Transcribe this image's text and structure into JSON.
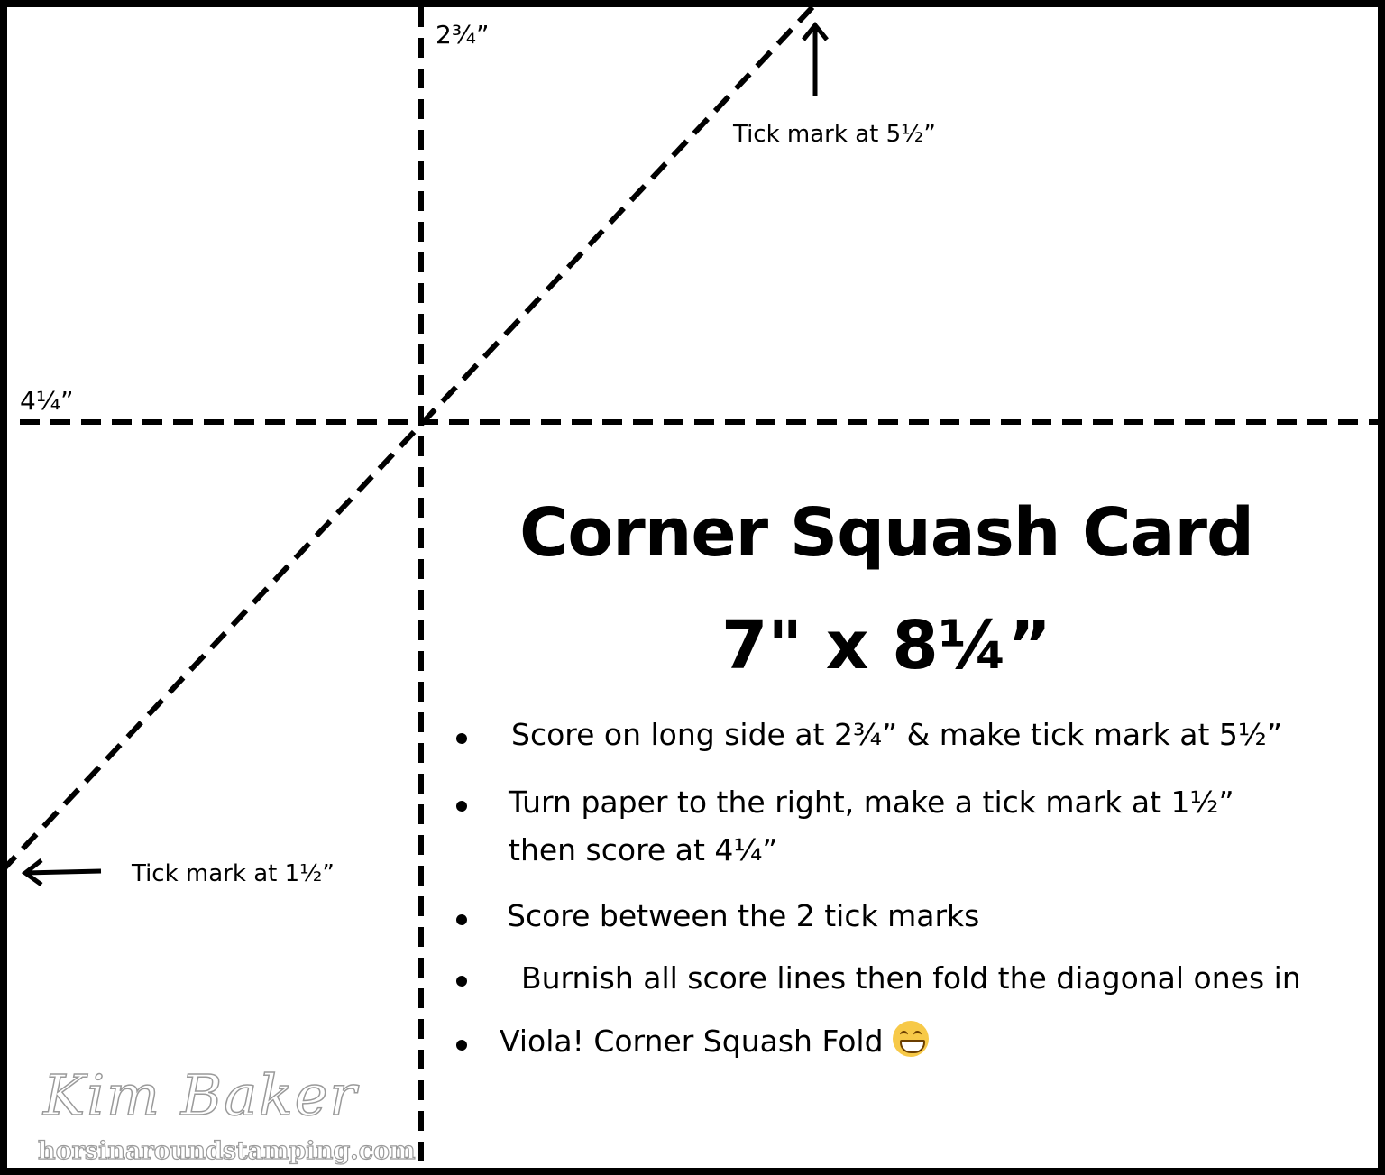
{
  "card": {
    "measure_labels": {
      "vertical_score": "2¾”",
      "horizontal_score": "4¼”"
    },
    "tick_labels": {
      "top": "Tick mark at 5½”",
      "left": "Tick mark at 1½”"
    },
    "title": {
      "line1": "Corner Squash Card",
      "line2": "7\" x 8¼”"
    },
    "steps": [
      "Score on long side at 2¾” & make tick mark at 5½”",
      "Turn paper to the right, make a tick mark at 1½”",
      "then score at 4¼”",
      "Score between the 2 tick marks",
      "Burnish all score lines then fold the diagonal ones in",
      "Viola! Corner Squash Fold"
    ],
    "emoji": "grinning-face-icon",
    "watermark": {
      "signature": "Kim Baker",
      "website": "horsinaroundstamping.com"
    }
  },
  "colors": {
    "background_frame": "#000000",
    "card": "#ffffff",
    "ink": "#000000",
    "watermark": "#9a9a9a",
    "emoji": "#f7c948"
  }
}
